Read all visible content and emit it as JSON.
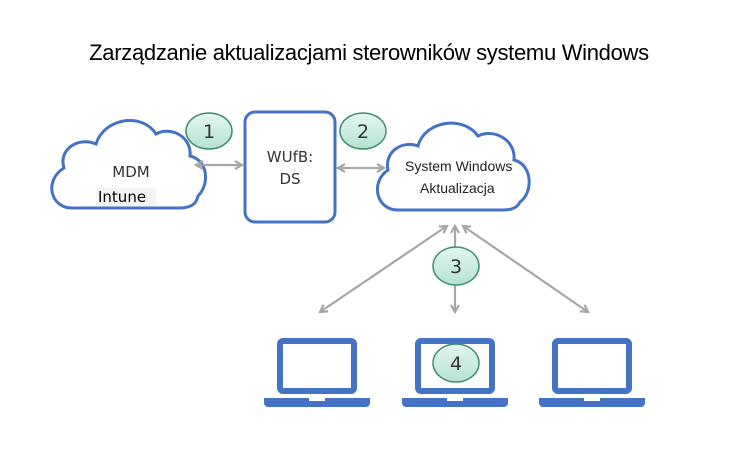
{
  "title": "Zarządzanie aktualizacjami sterowników systemu Windows",
  "nodes": {
    "mdm": {
      "line1": "MDM",
      "line2": "Intune"
    },
    "wufb": {
      "line1": "WUfB:",
      "line2": "DS"
    },
    "wu": {
      "line1": "System Windows",
      "line2": "Aktualizacja"
    }
  },
  "steps": [
    "1",
    "2",
    "3",
    "4"
  ],
  "devices": [
    "laptop-1",
    "laptop-2",
    "laptop-3"
  ],
  "colors": {
    "outline": "#4472c4",
    "arrow": "#a6a6a6",
    "badge_fill": "#c9ecdf",
    "badge_stroke": "#3f8f6e"
  }
}
